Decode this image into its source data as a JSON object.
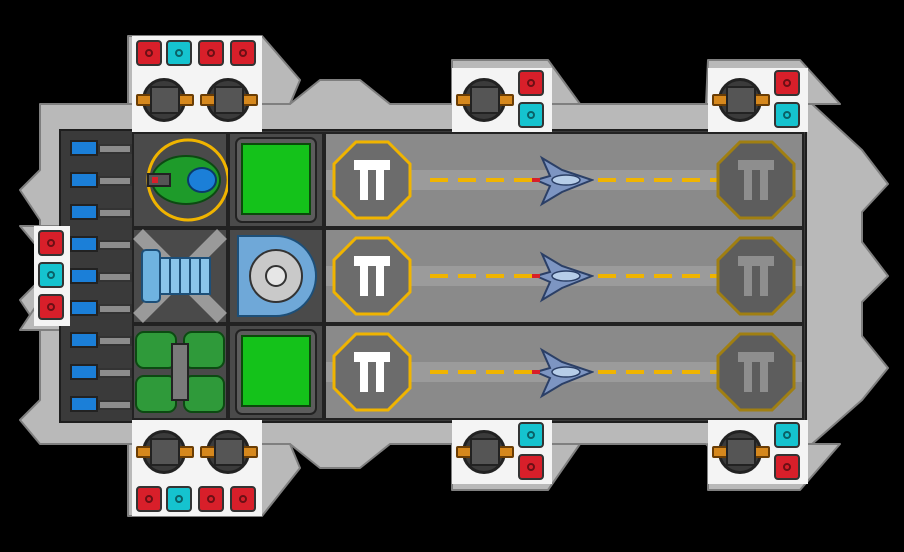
{
  "ship": {
    "hull_color": "#b9b9b9",
    "accent_colors": {
      "red": "#d81f2a",
      "cyan": "#15c3cf",
      "green": "#14c21a",
      "yellow": "#f0b400",
      "orange": "#d6881d"
    }
  },
  "runways": [
    {
      "name": "runway-1",
      "launch_pad_icon": "launch-pad-icon",
      "landing_pad_icon": "landing-pad-icon",
      "fighter_icon": "fighter-ship-icon"
    },
    {
      "name": "runway-2",
      "launch_pad_icon": "launch-pad-icon",
      "landing_pad_icon": "landing-pad-icon",
      "fighter_icon": "fighter-ship-icon"
    },
    {
      "name": "runway-3",
      "launch_pad_icon": "launch-pad-icon",
      "landing_pad_icon": "landing-pad-icon",
      "fighter_icon": "fighter-ship-icon"
    }
  ],
  "modules": {
    "cockpit_icon": "cockpit-icon",
    "reactor_icon": "reactor-icon",
    "engine_icon": "engine-icon",
    "storage_icon": "storage-icon",
    "shield_icon": "shield-generator-icon",
    "battery_icon": "battery-cell-icon",
    "turret_icon": "turret-icon",
    "capacitor_icon": "capacitor-icon"
  }
}
